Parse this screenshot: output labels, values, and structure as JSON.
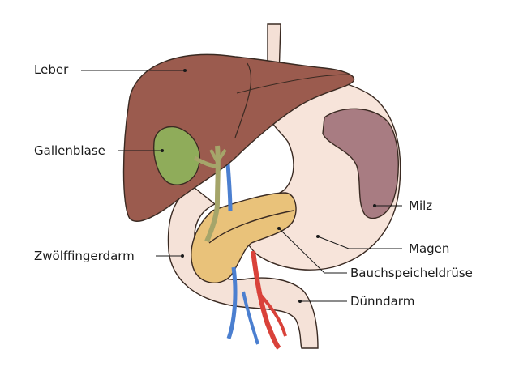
{
  "labels": {
    "liver": "Leber",
    "gallbladder": "Gallenblase",
    "duodenum": "Zwölffingerdarm",
    "spleen": "Milz",
    "stomach": "Magen",
    "pancreas": "Bauchspeicheldrüse",
    "small_intestine": "Dünndarm"
  },
  "colors": {
    "liver": "#9b5b4e",
    "gallbladder": "#8fac5a",
    "stomach": "#f7e4da",
    "spleen": "#9a6a72",
    "pancreas": "#e9c27a",
    "duodenum": "#f5e2d8",
    "artery": "#d9423a",
    "vein": "#4b7fd0",
    "bile_duct": "#a5a56a"
  }
}
